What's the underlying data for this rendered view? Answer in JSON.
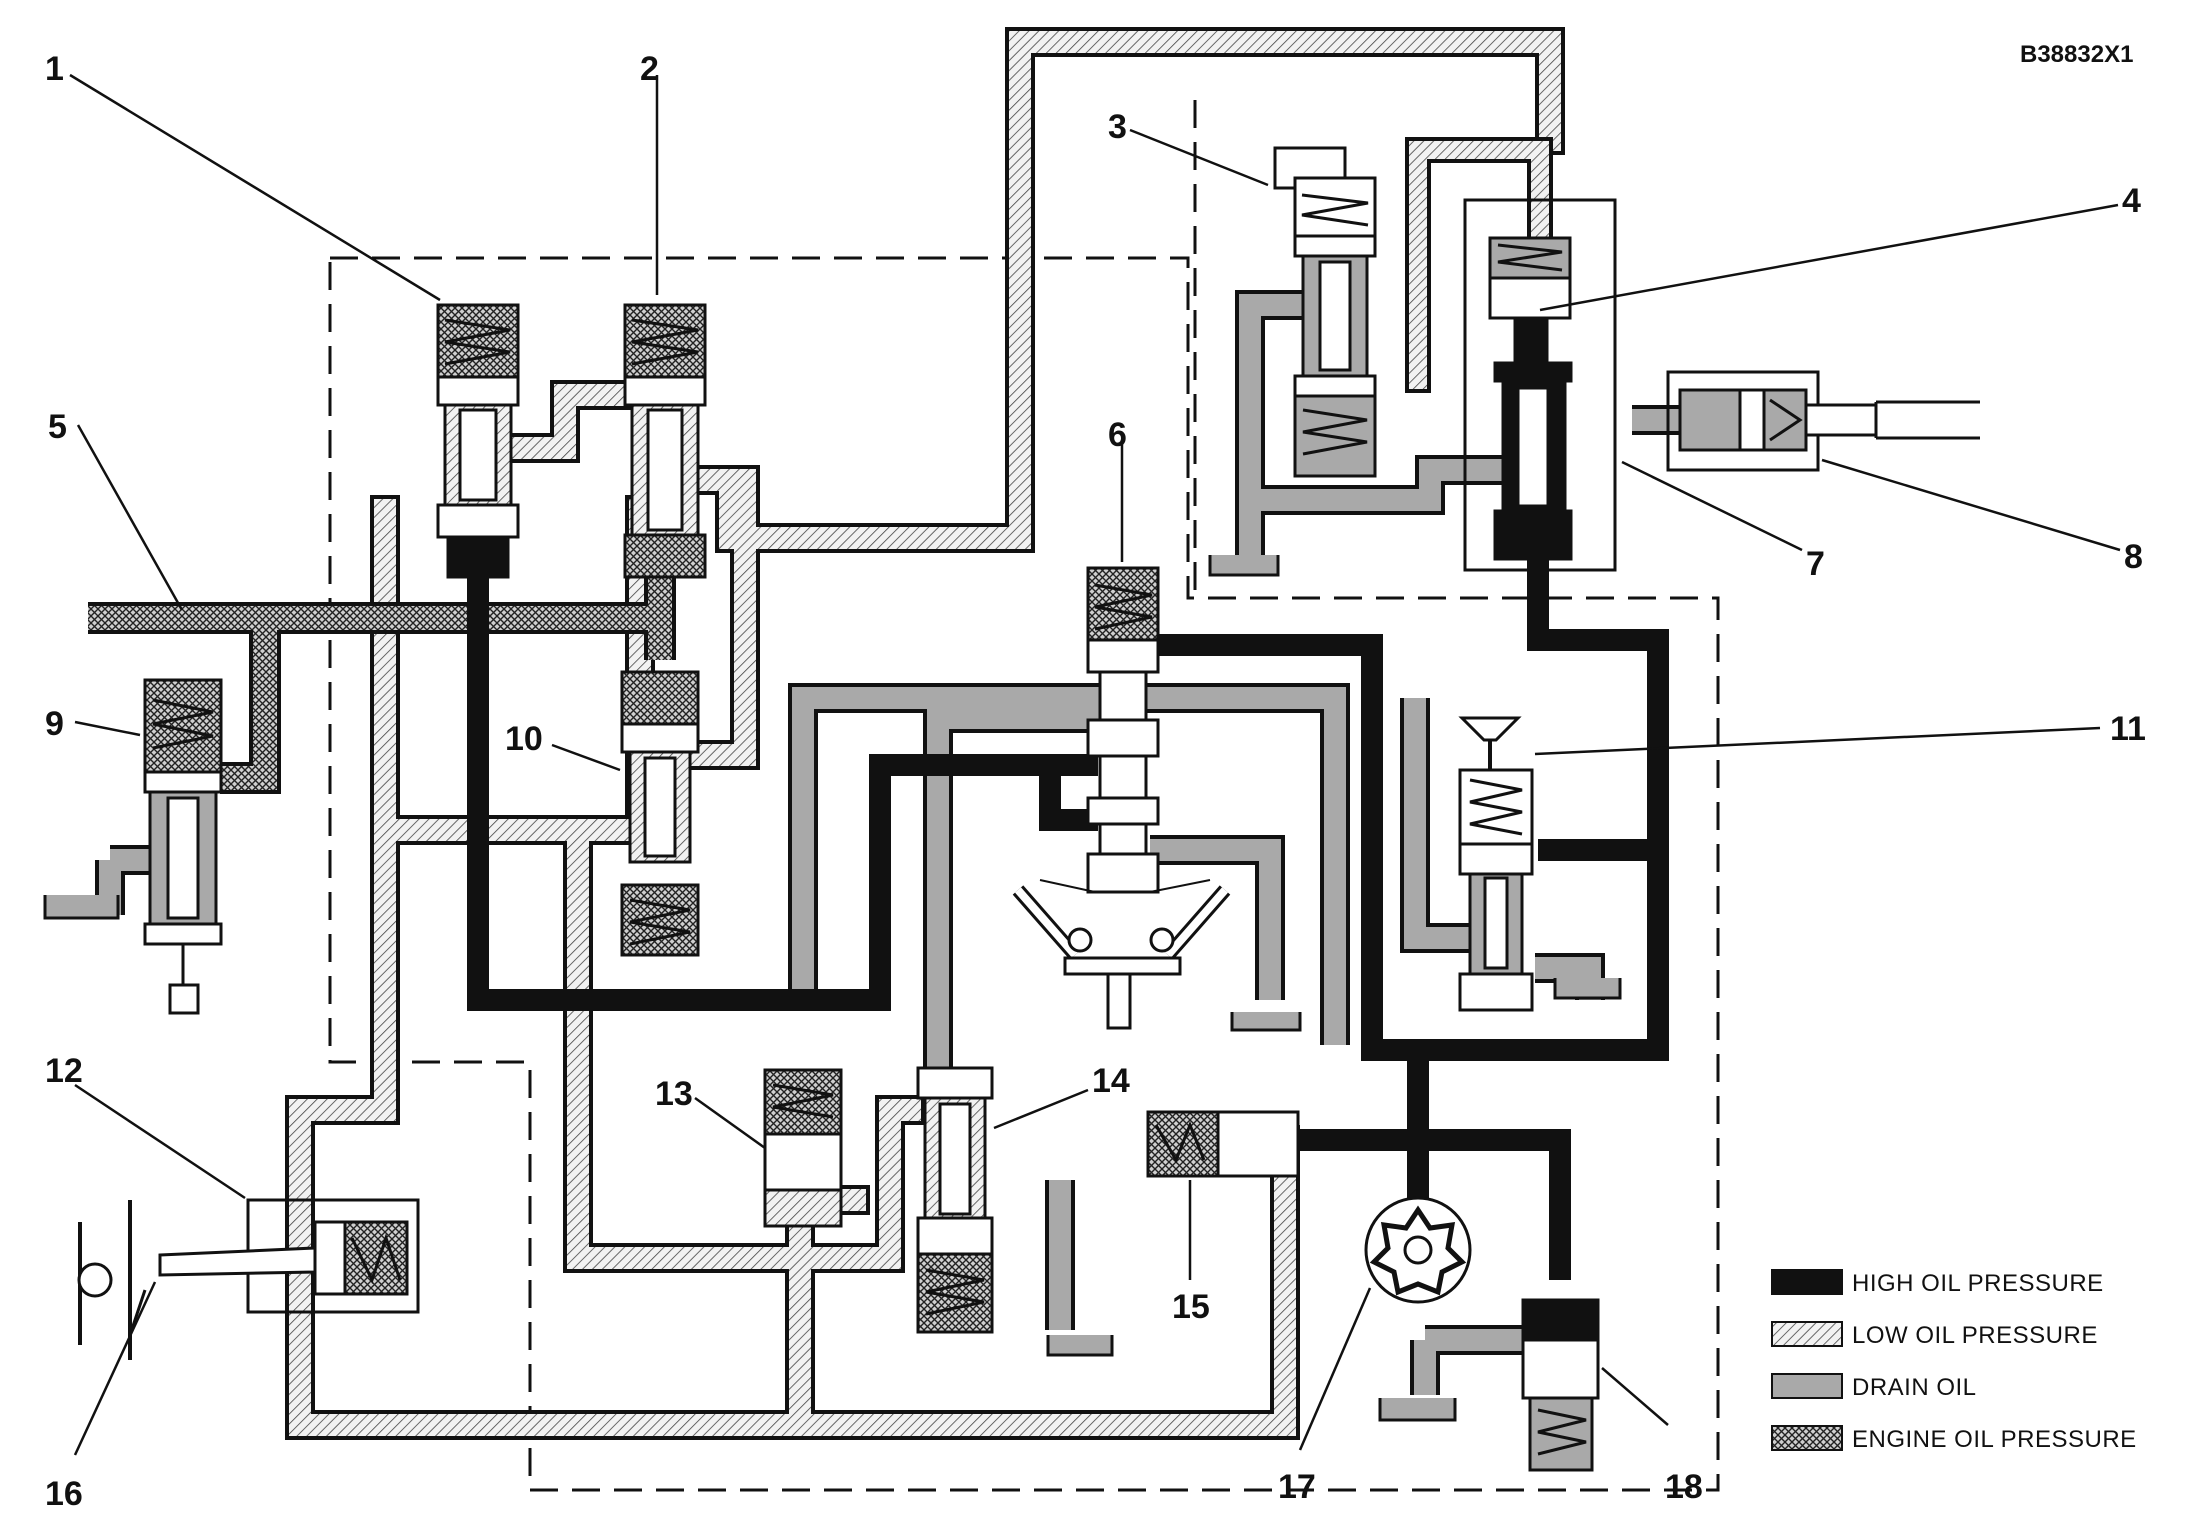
{
  "figure": {
    "reference_code": "B38832X1"
  },
  "callouts": [
    {
      "id": "1",
      "label": "1"
    },
    {
      "id": "2",
      "label": "2"
    },
    {
      "id": "3",
      "label": "3"
    },
    {
      "id": "4",
      "label": "4"
    },
    {
      "id": "5",
      "label": "5"
    },
    {
      "id": "6",
      "label": "6"
    },
    {
      "id": "7",
      "label": "7"
    },
    {
      "id": "8",
      "label": "8"
    },
    {
      "id": "9",
      "label": "9"
    },
    {
      "id": "10",
      "label": "10"
    },
    {
      "id": "11",
      "label": "11"
    },
    {
      "id": "12",
      "label": "12"
    },
    {
      "id": "13",
      "label": "13"
    },
    {
      "id": "14",
      "label": "14"
    },
    {
      "id": "15",
      "label": "15"
    },
    {
      "id": "16",
      "label": "16"
    },
    {
      "id": "17",
      "label": "17"
    },
    {
      "id": "18",
      "label": "18"
    }
  ],
  "legend": {
    "items": [
      {
        "key": "high",
        "label": "HIGH OIL PRESSURE"
      },
      {
        "key": "low",
        "label": "LOW OIL PRESSURE"
      },
      {
        "key": "drain",
        "label": "DRAIN OIL"
      },
      {
        "key": "engine",
        "label": "ENGINE OIL PRESSURE"
      }
    ]
  },
  "colors": {
    "high": "#111111",
    "low_base": "#f2f2f2",
    "low_hatch": "#444444",
    "drain": "#a9a9a9",
    "engine_base": "#cfcfcf",
    "engine_hatch": "#222222",
    "outline": "#111111"
  }
}
